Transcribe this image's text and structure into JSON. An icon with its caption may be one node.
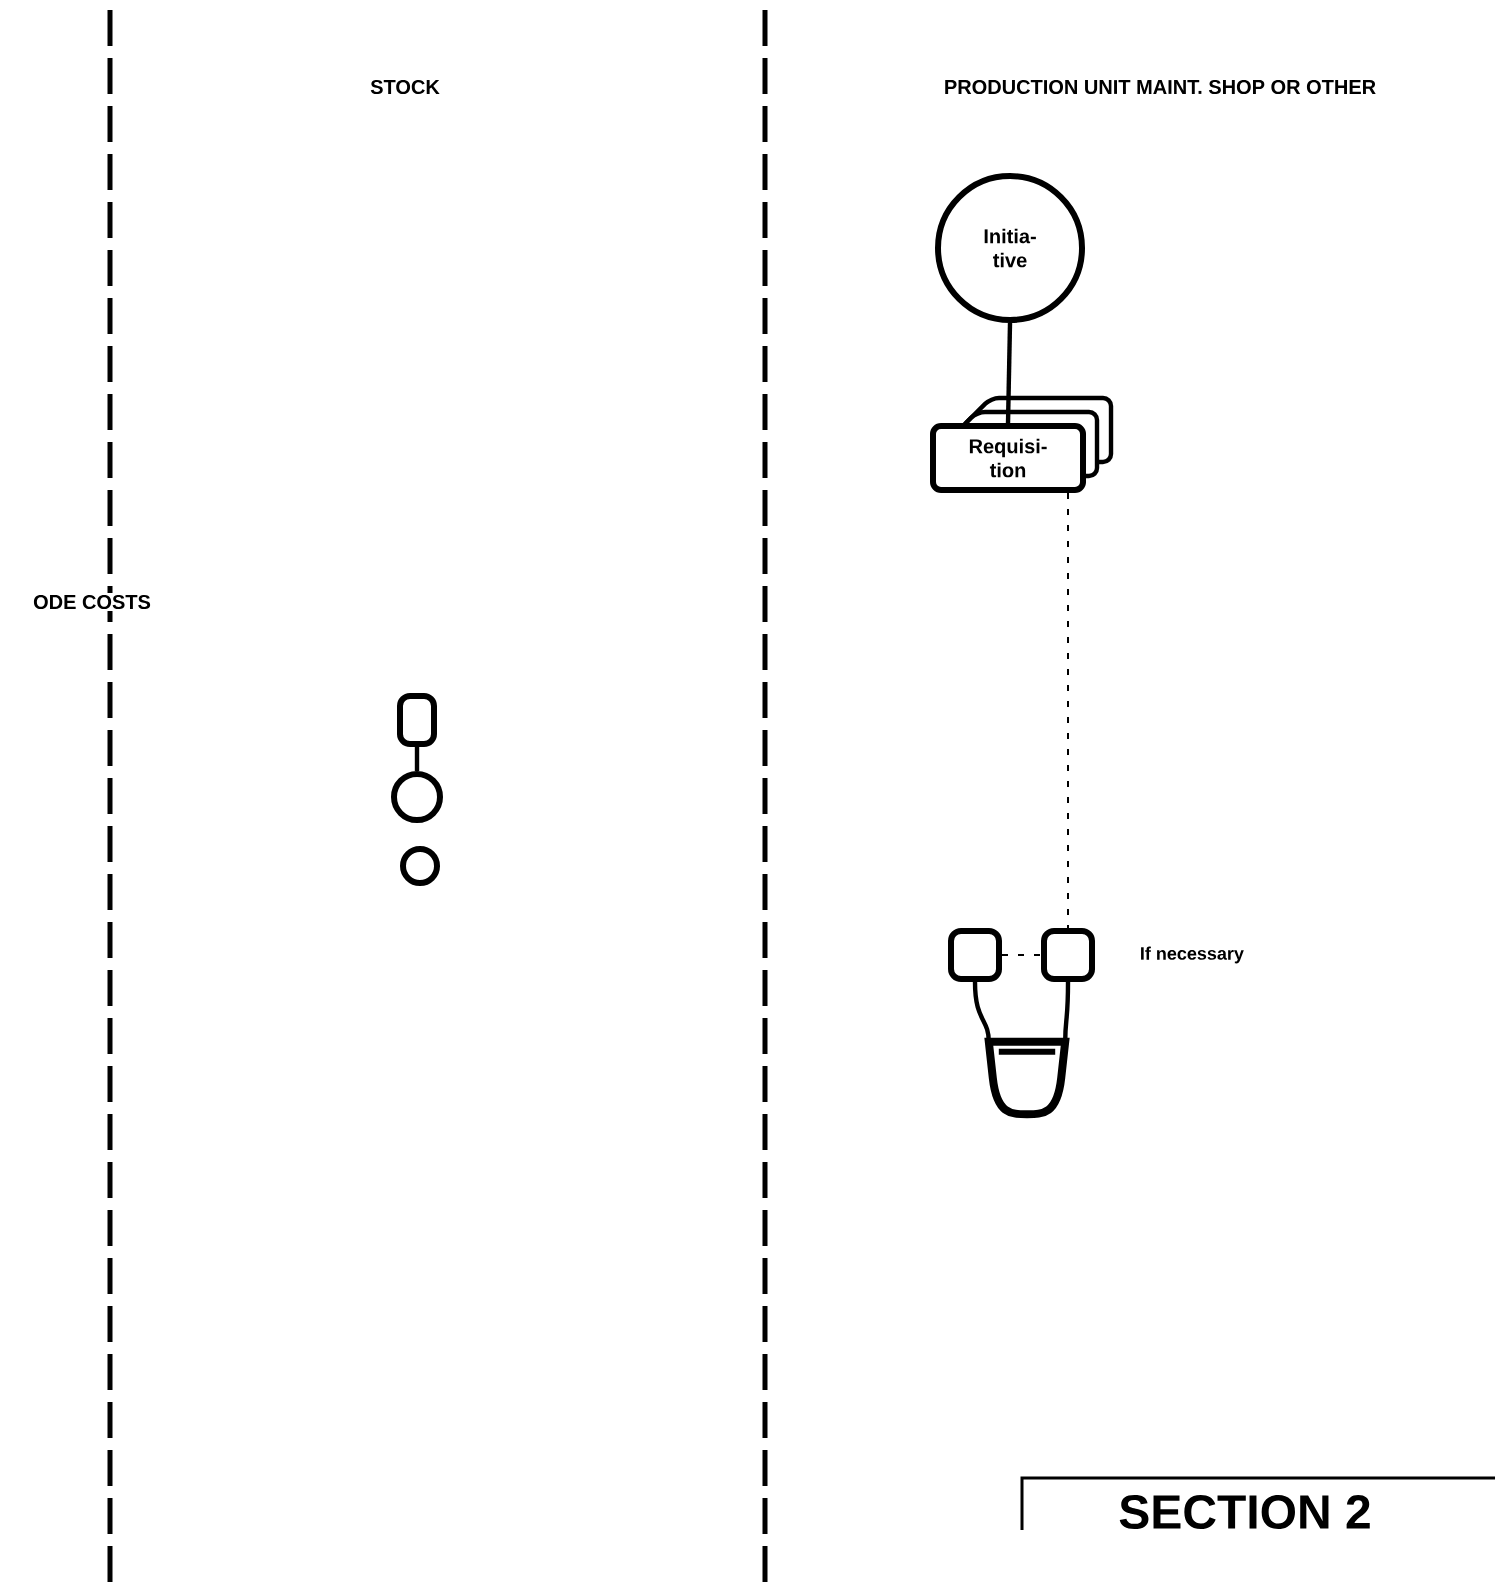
{
  "diagram": {
    "nodes": [
      {
        "text": [
          "Initia- tive"
        ]
      },
      {
        "text": [
          "Requisi- tion"
        ]
      },
      {
        "text": [],
        "shape": "box"
      },
      {
        "text": [],
        "shape": "box",
        "beside": [
          "If necessary"
        ]
      },
      {
        "text": [],
        "shape": "bowl"
      },
      {
        "text": [],
        "shape": "box"
      },
      {
        "text": [],
        "shape": "circle"
      },
      {
        "text": [],
        "shape": "circle"
      }
    ],
    "edges": [
      {
        "from": 0,
        "to": 1,
        "arrow": "none"
      },
      {
        "from": 1,
        "to": 3,
        "arrow": "none",
        "style": "dashed"
      },
      {
        "from": 2,
        "to": 3,
        "arrow": "none",
        "style": "dashed"
      },
      {
        "from": 2,
        "to": 4,
        "arrow": "none"
      },
      {
        "from": 3,
        "to": 4,
        "arrow": "none"
      },
      {
        "from": 5,
        "to": 6,
        "arrow": "none"
      }
    ],
    "labels": [
      "STOCK",
      "PRODUCTION UNIT MAINT. SHOP OR OTHER",
      "ODE COSTS",
      "SECTION 2"
    ]
  }
}
